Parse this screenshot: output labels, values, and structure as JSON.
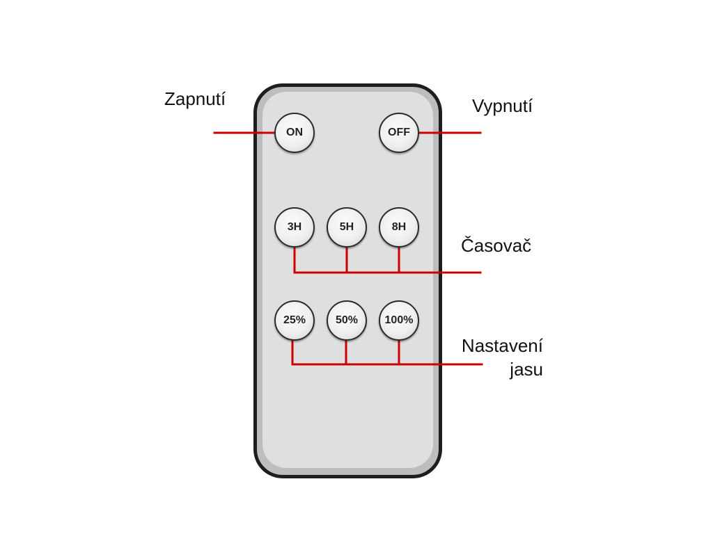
{
  "remote": {
    "buttons": {
      "on": "ON",
      "off": "OFF",
      "timer_3h": "3H",
      "timer_5h": "5H",
      "timer_8h": "8H",
      "brightness_25": "25%",
      "brightness_50": "50%",
      "brightness_100": "100%"
    }
  },
  "callouts": {
    "on": "Zapnutí",
    "off": "Vypnutí",
    "timer": "Časovač",
    "brightness_line1": "Nastavení",
    "brightness_line2": "jasu"
  },
  "colors": {
    "leader_lines": "#cc0000",
    "remote_body": "#dfdfdf",
    "remote_border": "#1e1e1e"
  }
}
